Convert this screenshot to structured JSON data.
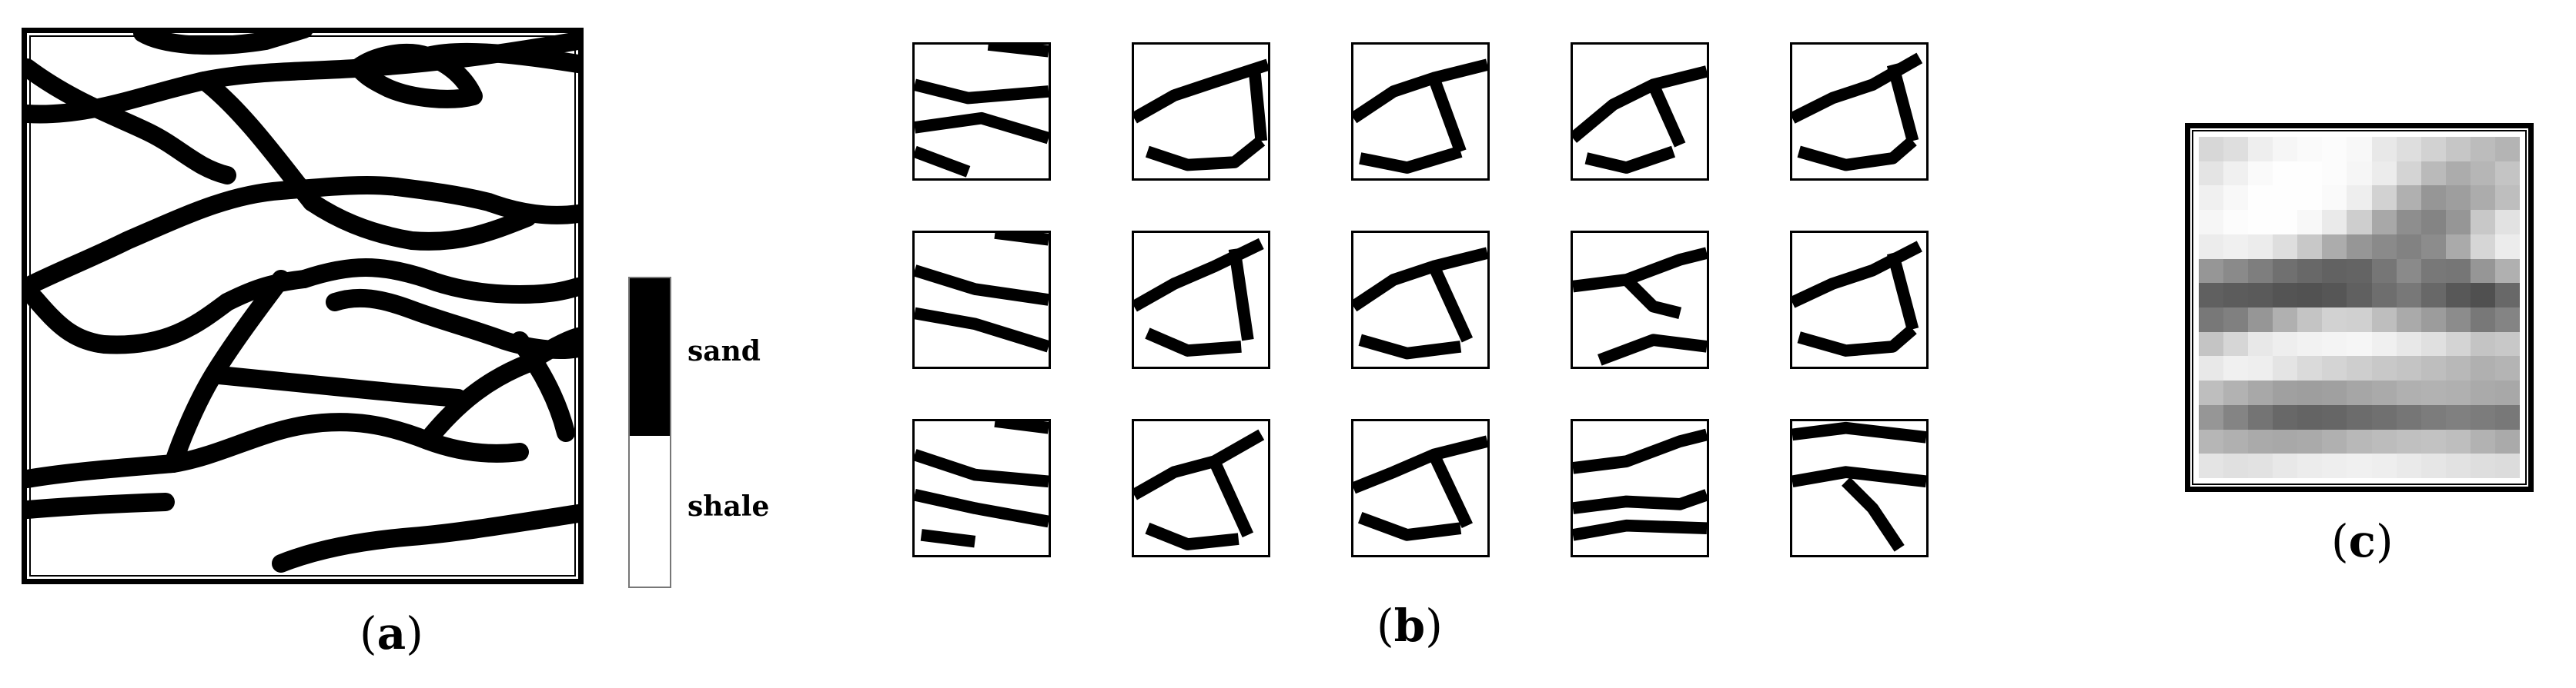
{
  "legend": {
    "sand_label": "sand",
    "shale_label": "shale",
    "sand_color": "#000000",
    "shale_color": "#ffffff"
  },
  "captions": {
    "a": {
      "open": "(",
      "letter": "a",
      "close": ")"
    },
    "b": {
      "open": "(",
      "letter": "b",
      "close": ")"
    },
    "c": {
      "open": "(",
      "letter": "c",
      "close": ")"
    }
  },
  "panel_b": {
    "rows": 3,
    "cols": 5
  },
  "panel_c": {
    "grid_rows": 14,
    "grid_cols": 13,
    "gray_levels": [
      [
        215,
        222,
        238,
        246,
        250,
        252,
        248,
        232,
        222,
        210,
        198,
        188,
        180
      ],
      [
        228,
        240,
        250,
        254,
        254,
        252,
        246,
        236,
        212,
        186,
        172,
        182,
        196
      ],
      [
        240,
        248,
        254,
        254,
        254,
        250,
        238,
        210,
        176,
        150,
        158,
        172,
        190
      ],
      [
        246,
        252,
        254,
        254,
        248,
        234,
        206,
        168,
        142,
        132,
        150,
        200,
        226
      ],
      [
        236,
        240,
        236,
        222,
        200,
        172,
        150,
        138,
        130,
        140,
        170,
        214,
        236
      ],
      [
        150,
        138,
        126,
        112,
        104,
        98,
        100,
        118,
        138,
        120,
        118,
        150,
        176
      ],
      [
        96,
        92,
        90,
        84,
        82,
        86,
        96,
        110,
        120,
        104,
        88,
        80,
        104
      ],
      [
        120,
        128,
        150,
        176,
        196,
        210,
        208,
        190,
        170,
        156,
        140,
        120,
        132
      ],
      [
        196,
        214,
        232,
        238,
        242,
        244,
        246,
        240,
        232,
        224,
        212,
        196,
        200
      ],
      [
        232,
        240,
        238,
        228,
        218,
        212,
        206,
        200,
        196,
        190,
        184,
        176,
        180
      ],
      [
        190,
        178,
        168,
        160,
        158,
        160,
        166,
        170,
        176,
        178,
        176,
        170,
        168
      ],
      [
        150,
        132,
        116,
        104,
        100,
        102,
        108,
        112,
        118,
        124,
        128,
        124,
        120
      ],
      [
        182,
        176,
        170,
        168,
        170,
        176,
        184,
        188,
        192,
        194,
        190,
        178,
        170
      ],
      [
        228,
        224,
        226,
        232,
        236,
        238,
        240,
        238,
        234,
        230,
        226,
        222,
        220
      ]
    ]
  }
}
